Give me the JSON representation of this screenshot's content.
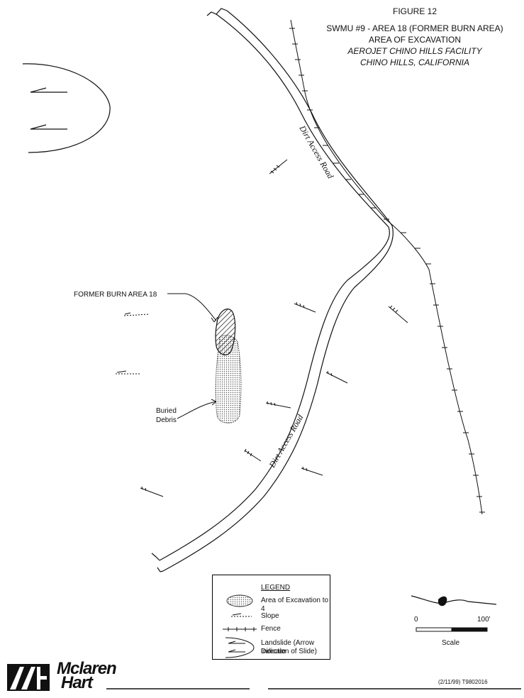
{
  "title": {
    "figure": "FIGURE 12",
    "line1": "SWMU #9 - AREA 18 (FORMER BURN AREA)",
    "line2": "AREA OF EXCAVATION",
    "line3": "AEROJET CHINO HILLS FACILITY",
    "line4": "CHINO HILLS, CALIFORNIA"
  },
  "labels": {
    "road_upper": "Dirt Access Road",
    "road_lower": "Dirt Access Road",
    "burn_area": "FORMER BURN AREA 18",
    "buried_debris_1": "Buried",
    "buried_debris_2": "Debris"
  },
  "legend": {
    "title": "LEGEND",
    "excavation": "Area of Excavation to 4",
    "slope": "Slope",
    "fence": "Fence",
    "landslide_1": "Landslide (Arrow Indicate",
    "landslide_2": "Direction of Slide)"
  },
  "scale": {
    "zero": "0",
    "max": "100'",
    "label": "Scale"
  },
  "footer": {
    "date_code": "(2/11/99)  T9802016",
    "logo_line1": "Mclaren",
    "logo_line2": "Hart"
  },
  "icons": [
    "north-arrow-icon",
    "landslide-icon",
    "fence-icon",
    "slope-icon",
    "excavation-area-icon"
  ],
  "colors": {
    "ink": "#111111",
    "paper": "#ffffff",
    "stipple": "#8a8a8a"
  }
}
